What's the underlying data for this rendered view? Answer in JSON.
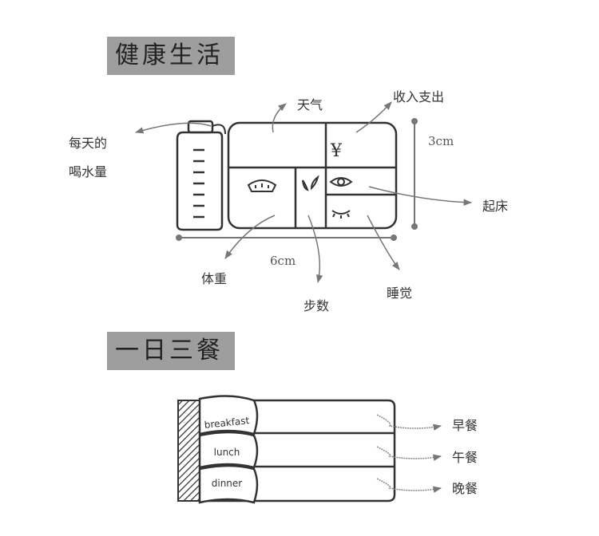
{
  "sections": {
    "health_title": "健康生活",
    "meals_title": "一日三餐"
  },
  "health": {
    "water_label_line1": "每天的",
    "water_label_line2": "喝水量",
    "weather": "天气",
    "income": "收入支出",
    "wake": "起床",
    "weight": "体重",
    "steps": "步数",
    "sleep": "睡觉",
    "height_dim": "3cm",
    "width_dim": "6cm",
    "yen_symbol": "¥"
  },
  "meals": {
    "tabs": [
      "breakfast",
      "lunch",
      "dinner"
    ],
    "labels": [
      "早餐",
      "午餐",
      "晚餐"
    ]
  },
  "colors": {
    "title_bg": "#9e9e9e",
    "line": "#333333",
    "arrow": "#777777"
  }
}
